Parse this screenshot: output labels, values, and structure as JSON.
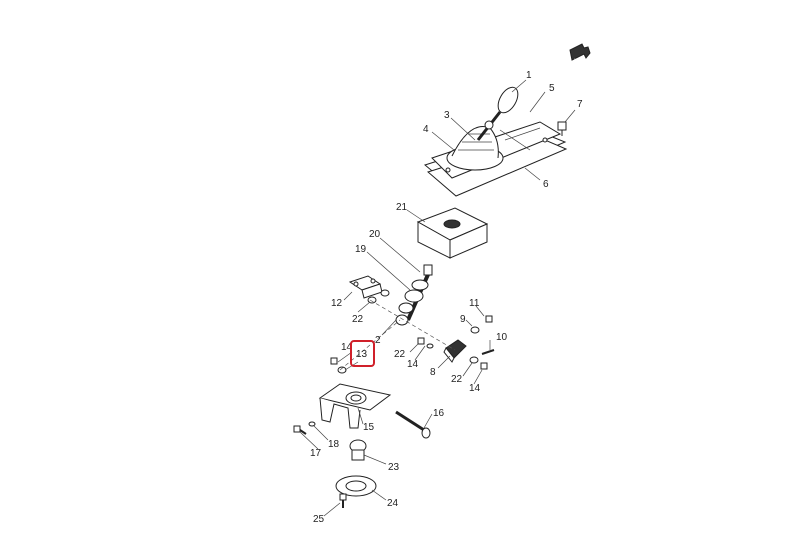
{
  "parts": [
    {
      "id": "p1",
      "label": "1"
    },
    {
      "id": "p2",
      "label": "2"
    },
    {
      "id": "p3",
      "label": "3"
    },
    {
      "id": "p4",
      "label": "4"
    },
    {
      "id": "p5",
      "label": "5"
    },
    {
      "id": "p6",
      "label": "6"
    },
    {
      "id": "p7",
      "label": "7"
    },
    {
      "id": "p8",
      "label": "8"
    },
    {
      "id": "p9",
      "label": "9"
    },
    {
      "id": "p10",
      "label": "10"
    },
    {
      "id": "p11",
      "label": "11"
    },
    {
      "id": "p12",
      "label": "12"
    },
    {
      "id": "p13",
      "label": "13"
    },
    {
      "id": "p14a",
      "label": "14"
    },
    {
      "id": "p14b",
      "label": "14"
    },
    {
      "id": "p14c",
      "label": "14"
    },
    {
      "id": "p15",
      "label": "15"
    },
    {
      "id": "p16",
      "label": "16"
    },
    {
      "id": "p17",
      "label": "17"
    },
    {
      "id": "p18",
      "label": "18"
    },
    {
      "id": "p19",
      "label": "19"
    },
    {
      "id": "p20",
      "label": "20"
    },
    {
      "id": "p21",
      "label": "21"
    },
    {
      "id": "p22a",
      "label": "22"
    },
    {
      "id": "p22b",
      "label": "22"
    },
    {
      "id": "p22c",
      "label": "22"
    },
    {
      "id": "p23",
      "label": "23"
    },
    {
      "id": "p24",
      "label": "24"
    },
    {
      "id": "p25",
      "label": "25"
    }
  ],
  "highlight": {
    "label": "13",
    "color": "#d0202a"
  }
}
